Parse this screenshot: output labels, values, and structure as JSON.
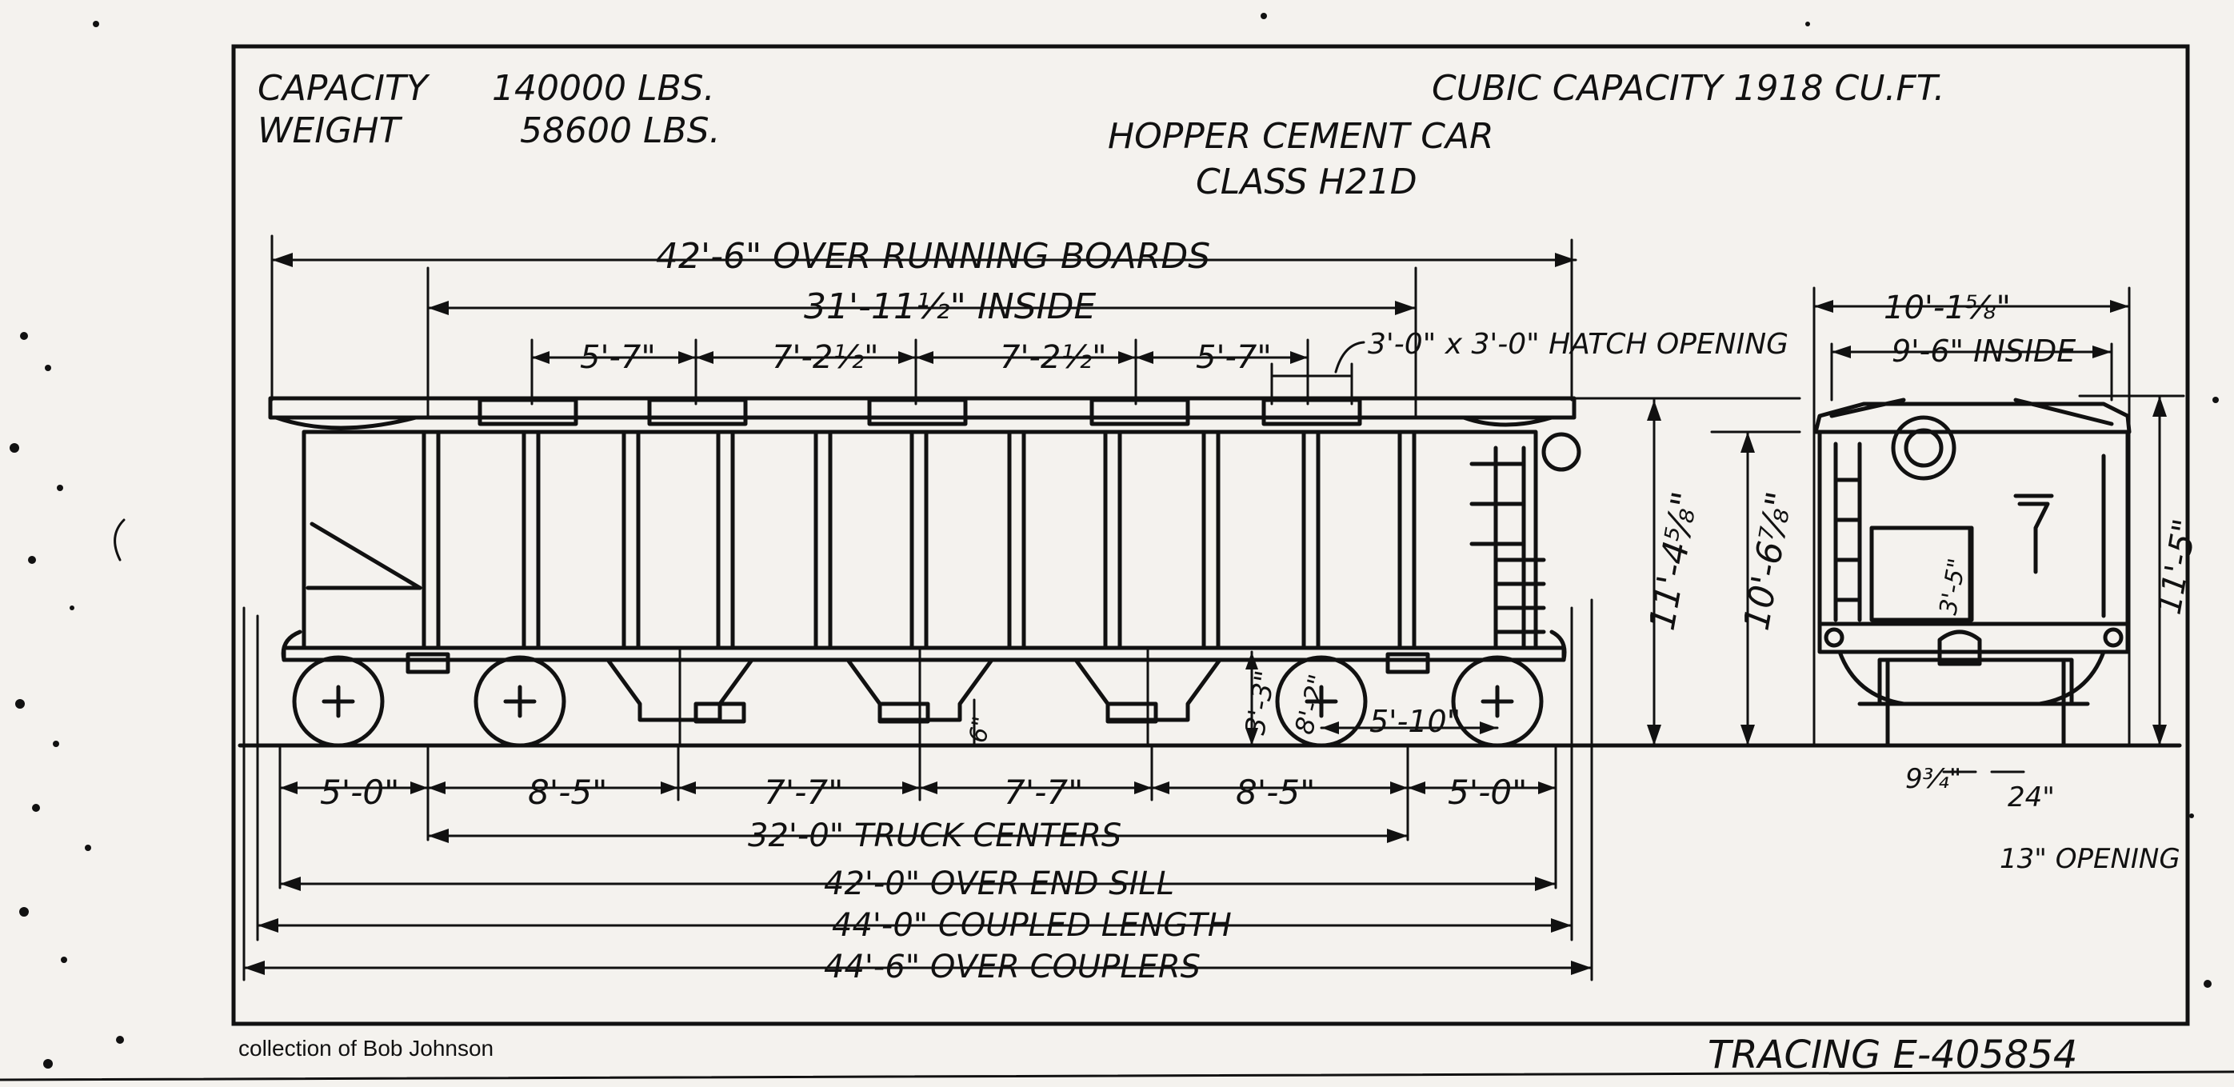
{
  "header": {
    "capacity_label": "CAPACITY",
    "capacity_value": "140000 LBS.",
    "weight_label": "WEIGHT",
    "weight_value": "58600 LBS.",
    "cubic_capacity": "CUBIC CAPACITY 1918 CU.FT.",
    "car_type": "HOPPER CEMENT CAR",
    "car_class": "CLASS H21D"
  },
  "side_view": {
    "running_boards": "42'-6\" OVER RUNNING BOARDS",
    "inside_length": "31'-11½\" INSIDE",
    "hatch_spacings": [
      "5'-7\"",
      "7'-2½\"",
      "7'-2½\"",
      "5'-7\""
    ],
    "hatch_opening": "3'-0\" x 3'-0\" HATCH OPENING",
    "height_over_rail": "11'-4⅝\"",
    "height_to_top": "10'-6⅞\"",
    "bottom_spacings": [
      "5'-0\"",
      "8'-5\"",
      "7'-7\"",
      "7'-7\"",
      "8'-5\"",
      "5'-0\""
    ],
    "truck_centers": "32'-0\" TRUCK CENTERS",
    "over_end_sill": "42'-0\" OVER END SILL",
    "coupled_length": "44'-0\" COUPLED LENGTH",
    "over_couplers": "44'-6\" OVER COUPLERS",
    "hopper_clearance": "6\"",
    "wheel_height": "3'-3\"",
    "axle_offset": "5'-10\"",
    "wheel_dim": "8'-2\""
  },
  "end_view": {
    "overall_width": "10'-1⅝\"",
    "inside_width": "9'-6\" INSIDE",
    "height": "11'-5\"",
    "inner_height": "3'-5\"",
    "bottom_left": "9¾\"",
    "bottom_right": "24\"",
    "opening_label": "13\" OPENING"
  },
  "footer": {
    "credit": "collection of Bob Johnson",
    "tracing": "TRACING E-405854"
  }
}
